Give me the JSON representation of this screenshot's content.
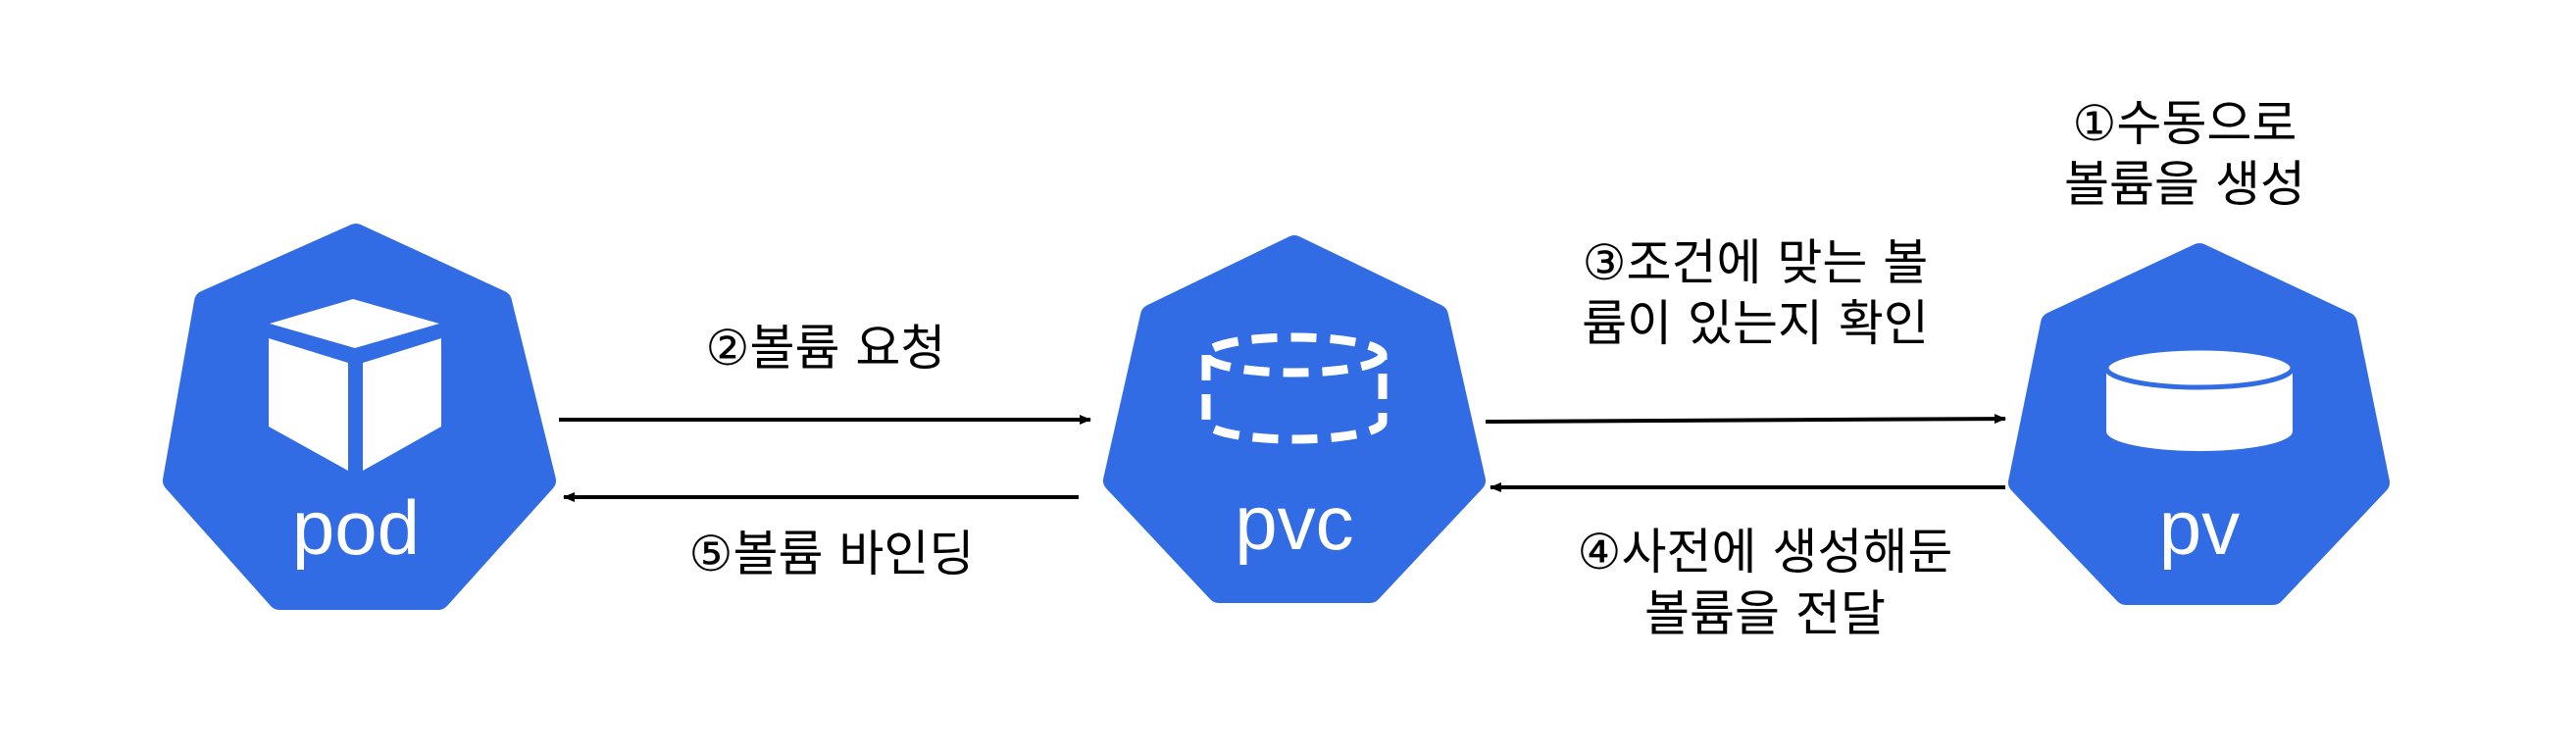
{
  "nodes": {
    "pod": {
      "label": "pod",
      "icon": "cube-icon"
    },
    "pvc": {
      "label": "pvc",
      "icon": "dashed-cylinder-icon"
    },
    "pv": {
      "label": "pv",
      "icon": "cylinder-icon"
    }
  },
  "steps": {
    "step1": {
      "line1": "①수동으로",
      "line2": "볼륨을 생성"
    },
    "step2": {
      "line1": "②볼륨 요청"
    },
    "step3": {
      "line1": "③조건에 맞는 볼",
      "line2": "륨이 있는지 확인"
    },
    "step4": {
      "line1": "④사전에 생성해둔",
      "line2": "볼륨을 전달"
    },
    "step5": {
      "line1": "⑤볼륨 바인딩"
    }
  },
  "colors": {
    "node_fill": "#326CE5",
    "icon": "#FFFFFF",
    "arrow": "#000000"
  }
}
